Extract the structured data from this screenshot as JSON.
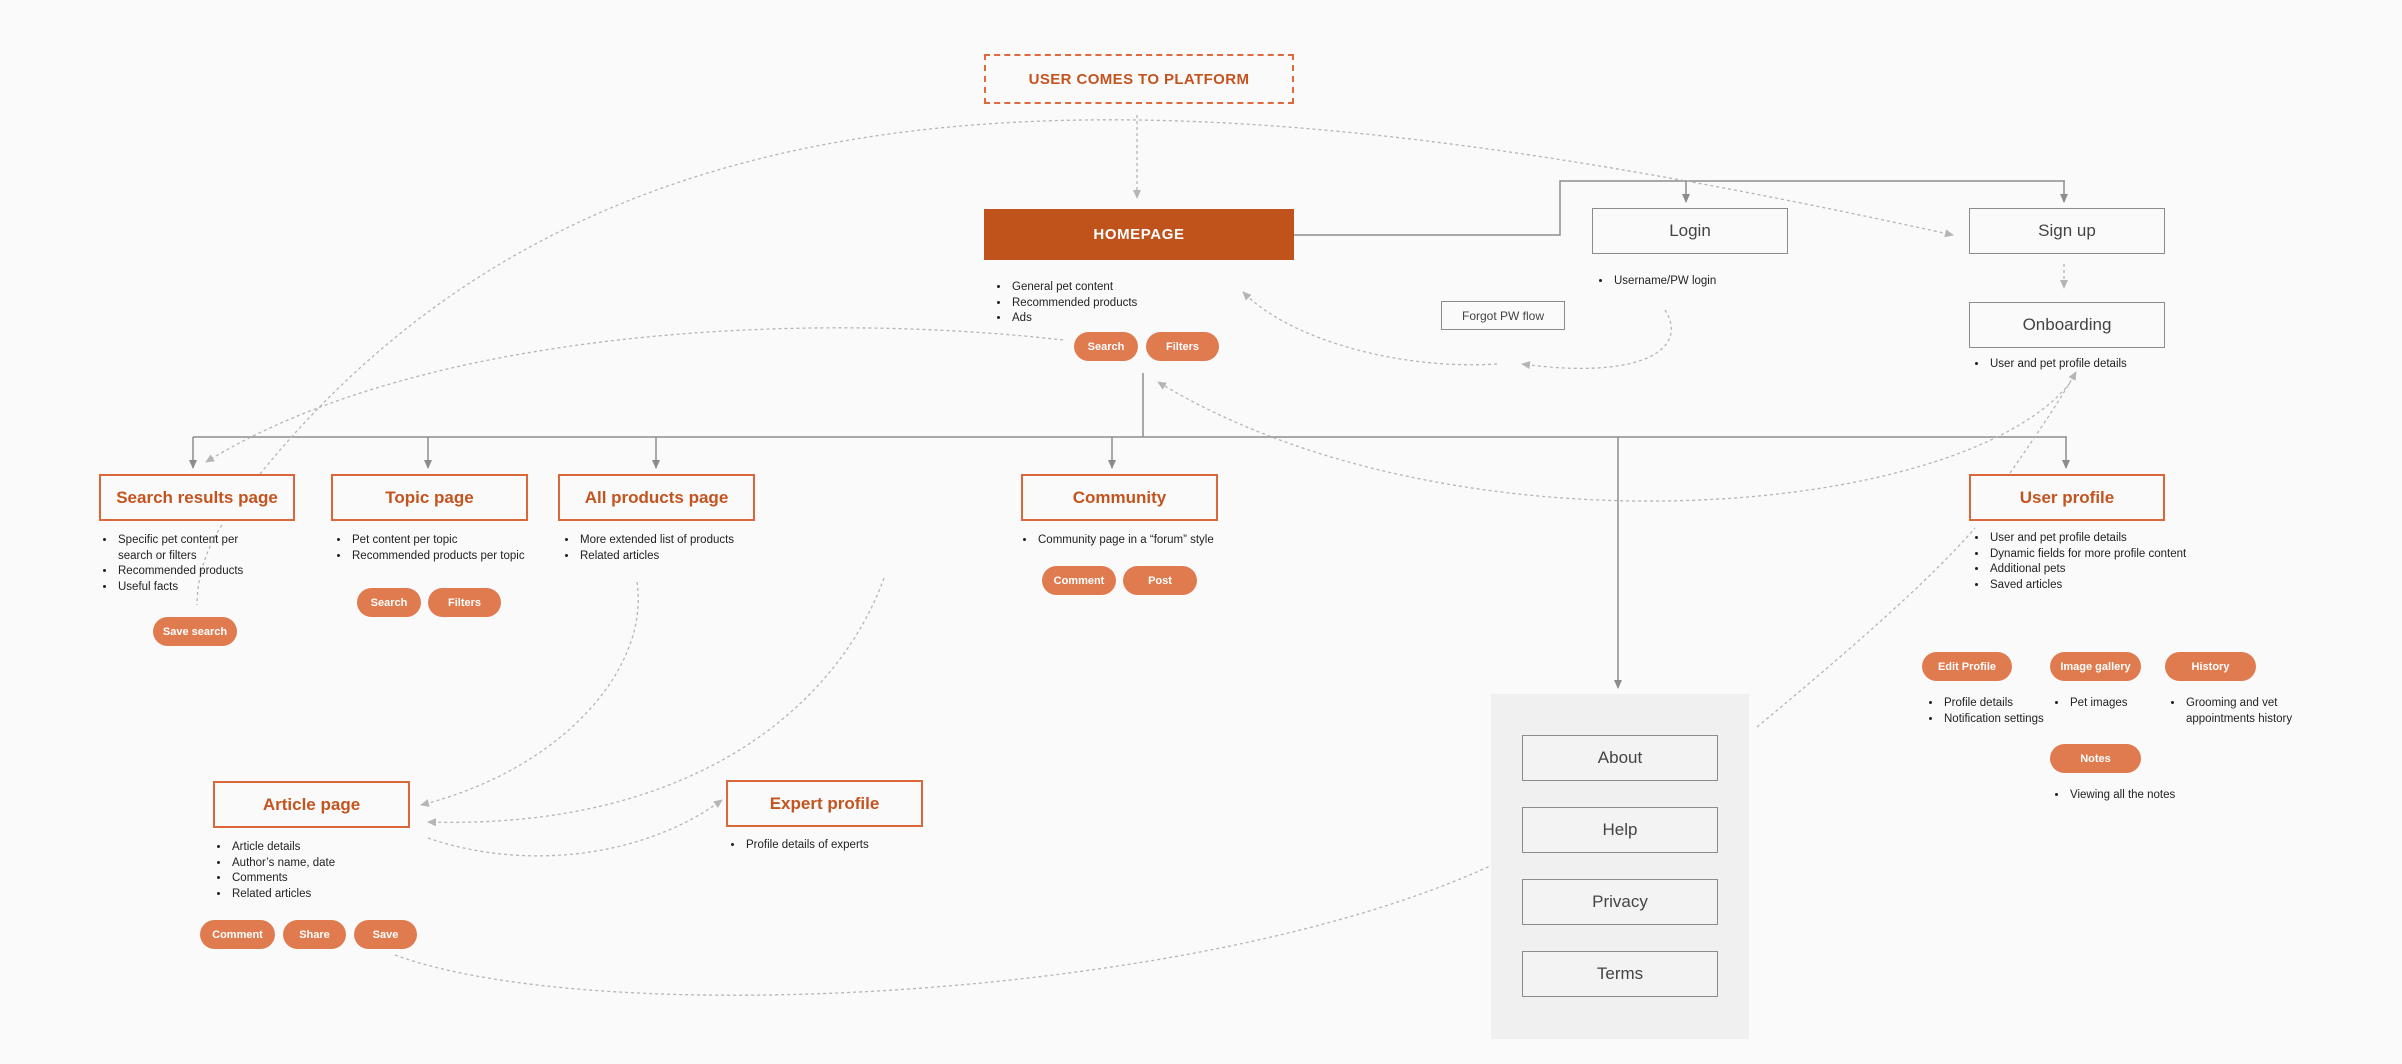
{
  "start": "USER COMES TO PLATFORM",
  "homepage": {
    "title": "HOMEPAGE",
    "notes": [
      "General pet content",
      "Recommended products",
      "Ads"
    ],
    "buttons": [
      "Search",
      "Filters"
    ]
  },
  "login": {
    "title": "Login",
    "notes": [
      "Username/PW login"
    ]
  },
  "forgot": "Forgot PW flow",
  "signup": "Sign up",
  "onboarding": {
    "title": "Onboarding",
    "notes": [
      "User and pet profile details"
    ]
  },
  "search_results": {
    "title": "Search results page",
    "notes": [
      "Specific pet content per search or filters",
      "Recommended products",
      "Useful facts"
    ],
    "button": "Save search"
  },
  "topic": {
    "title": "Topic page",
    "notes": [
      "Pet content per topic",
      "Recommended products per topic"
    ],
    "buttons": [
      "Search",
      "Filters"
    ]
  },
  "all_products": {
    "title": "All products page",
    "notes": [
      "More extended list of products",
      "Related articles"
    ]
  },
  "community": {
    "title": "Community",
    "notes": [
      "Community page in a “forum” style"
    ],
    "buttons": [
      "Comment",
      "Post"
    ]
  },
  "user_profile": {
    "title": "User profile",
    "notes": [
      "User and pet profile details",
      "Dynamic fields for more profile content",
      "Additional pets",
      "Saved articles"
    ],
    "edit_profile": {
      "label": "Edit Profile",
      "notes": [
        "Profile details",
        "Notification settings"
      ]
    },
    "image_gallery": {
      "label": "Image gallery",
      "notes": [
        "Pet images"
      ]
    },
    "history": {
      "label": "History",
      "notes": [
        "Grooming and vet appointments history"
      ]
    },
    "notes_btn": {
      "label": "Notes",
      "notes": [
        "Viewing all the notes"
      ]
    }
  },
  "article": {
    "title": "Article page",
    "notes": [
      "Article details",
      "Author’s name, date",
      "Comments",
      "Related articles"
    ],
    "buttons": [
      "Comment",
      "Share",
      "Save"
    ]
  },
  "expert": {
    "title": "Expert profile",
    "notes": [
      "Profile details of experts"
    ]
  },
  "footer_links": [
    "About",
    "Help",
    "Privacy",
    "Terms"
  ],
  "colors": {
    "primary": "#c0531c",
    "accent": "#d9673a",
    "pill": "#e07b4f",
    "connector": "#8c8c8c",
    "panel": "#f0f0f0"
  }
}
